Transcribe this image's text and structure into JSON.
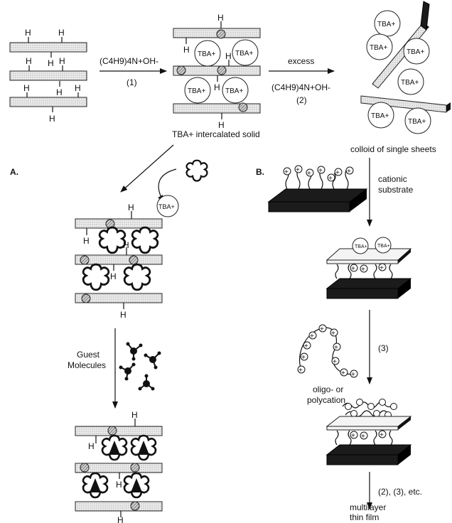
{
  "labels": {
    "H": "H",
    "tba": "TBA+",
    "reagent": "(C4H9)4N+OH-",
    "step1": "(1)",
    "excess": "excess",
    "step2": "(2)",
    "intercalated": "TBA+ intercalated solid",
    "colloid": "colloid of single sheets",
    "A": "A.",
    "B": "B.",
    "cationic1": "cationic",
    "cationic2": "substrate",
    "step3": "(3)",
    "oligo1": "oligo- or",
    "oligo2": "polycation",
    "guest1": "Guest",
    "guest2": "Molecules",
    "etc": "(2), (3), etc.",
    "multi1": "multilayer",
    "multi2": "thin film"
  },
  "colors": {
    "sheet_fill": "#e6e6e6",
    "dark_slab": "#1b1b1b"
  }
}
